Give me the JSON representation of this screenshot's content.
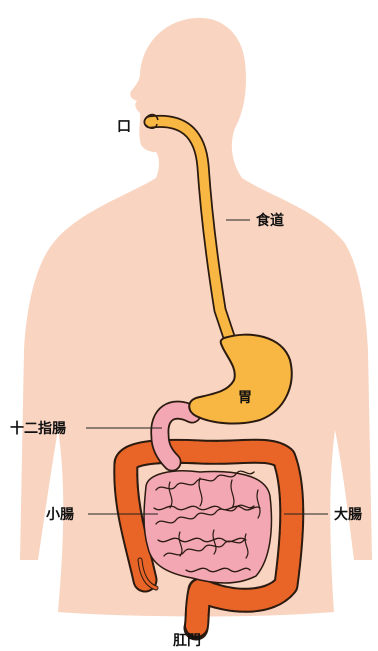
{
  "labels": {
    "mouth": "口",
    "esophagus": "食道",
    "stomach": "胃",
    "duodenum": "十二指腸",
    "small_intestine": "小腸",
    "large_intestine": "大腸",
    "anus": "肛門"
  },
  "colors": {
    "skin": "#F9D5C1",
    "esophagus_stomach": "#F8B642",
    "duodenum_small_intestine": "#F2A7B3",
    "large_intestine": "#E96427",
    "outline": "#2A1A10"
  }
}
